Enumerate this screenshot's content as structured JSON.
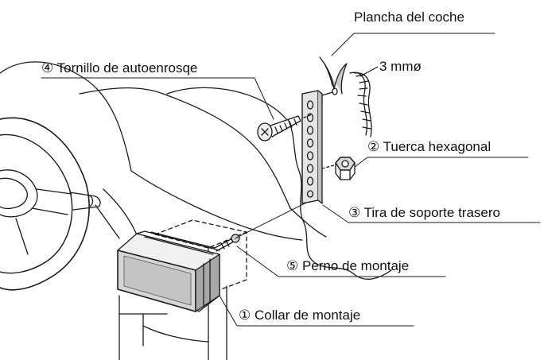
{
  "labels": {
    "panel": "Plancha del coche",
    "thickness": "3 mmø",
    "screw": "④ Tornillo de autoenrosqe",
    "nut": "② Tuerca hexagonal",
    "strap": "③ Tira de soporte trasero",
    "bolt": "⑤ Perno de montaje",
    "collar": "① Collar de montaje"
  },
  "colors": {
    "line": "#1a1a1a",
    "unit_front": "#d6d6d6",
    "unit_shadow": "#9a9a9a",
    "strap": "#e4e4e4"
  }
}
